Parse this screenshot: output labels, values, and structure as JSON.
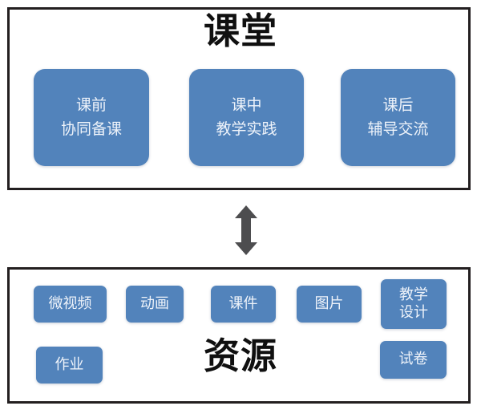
{
  "diagram": {
    "accent_blue": "#5283bb",
    "frame_black": "#231f20",
    "card_text_color": "#eef3fa",
    "arrow_color": "#4d4d4f"
  },
  "classroom": {
    "title": "课堂",
    "cards": [
      {
        "line1": "课前",
        "line2": "协同备课"
      },
      {
        "line1": "课中",
        "line2": "教学实践"
      },
      {
        "line1": "课后",
        "line2": "辅导交流"
      }
    ]
  },
  "connector": {
    "icon": "double-headed-vertical-arrow-icon"
  },
  "resource": {
    "title": "资源",
    "tags": [
      {
        "line1": "微视频",
        "line2": ""
      },
      {
        "line1": "动画",
        "line2": ""
      },
      {
        "line1": "课件",
        "line2": ""
      },
      {
        "line1": "图片",
        "line2": ""
      },
      {
        "line1": "教学",
        "line2": "设计"
      },
      {
        "line1": "作业",
        "line2": ""
      },
      {
        "line1": "试卷",
        "line2": ""
      }
    ]
  }
}
